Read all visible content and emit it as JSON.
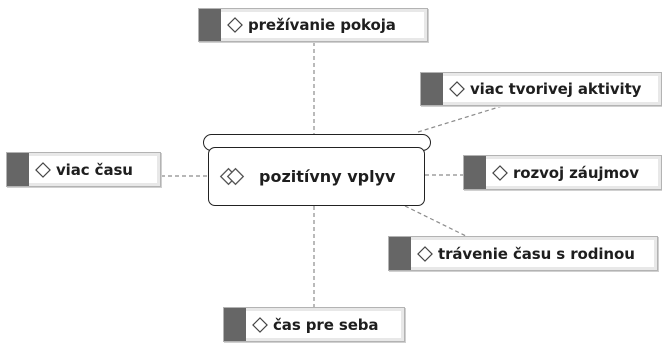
{
  "diagram": {
    "center": {
      "label": "pozitívny vplyv",
      "icon": "double-diamond-icon"
    },
    "branches": [
      {
        "label": "prežívanie pokoja",
        "icon": "diamond-icon"
      },
      {
        "label": "viac tvorivej aktivity",
        "icon": "diamond-icon"
      },
      {
        "label": "viac času",
        "icon": "diamond-icon"
      },
      {
        "label": "rozvoj záujmov",
        "icon": "diamond-icon"
      },
      {
        "label": "trávenie času s rodinou",
        "icon": "diamond-icon"
      },
      {
        "label": "čas pre seba",
        "icon": "diamond-icon"
      }
    ],
    "colors": {
      "node_tab": "#666666",
      "node_frame": "#e8e8e8",
      "connector": "#8c8c8c",
      "center_border": "#222222",
      "text": "#1e1e1e"
    }
  }
}
